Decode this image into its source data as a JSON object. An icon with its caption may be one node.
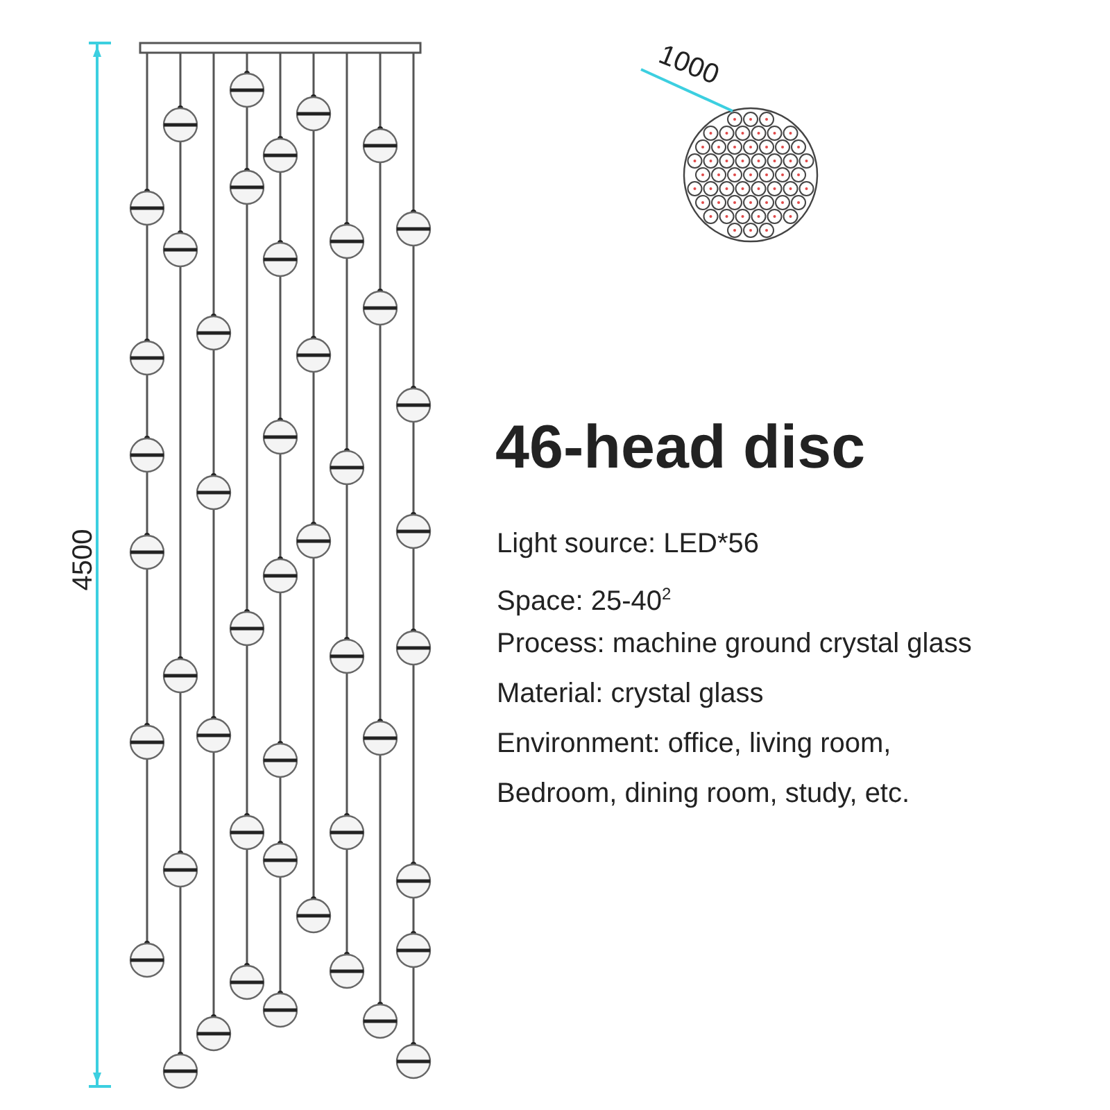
{
  "diagram": {
    "title": "46-head disc",
    "labels": [
      "4500",
      "1000",
      "Light source: LED*56",
      "Space: 25-40$^{2}$",
      "Process: machine ground crystal glass",
      "Material: crystal glass",
      "Environment: office, living room, Bedroom, dining room, study, etc."
    ]
  }
}
